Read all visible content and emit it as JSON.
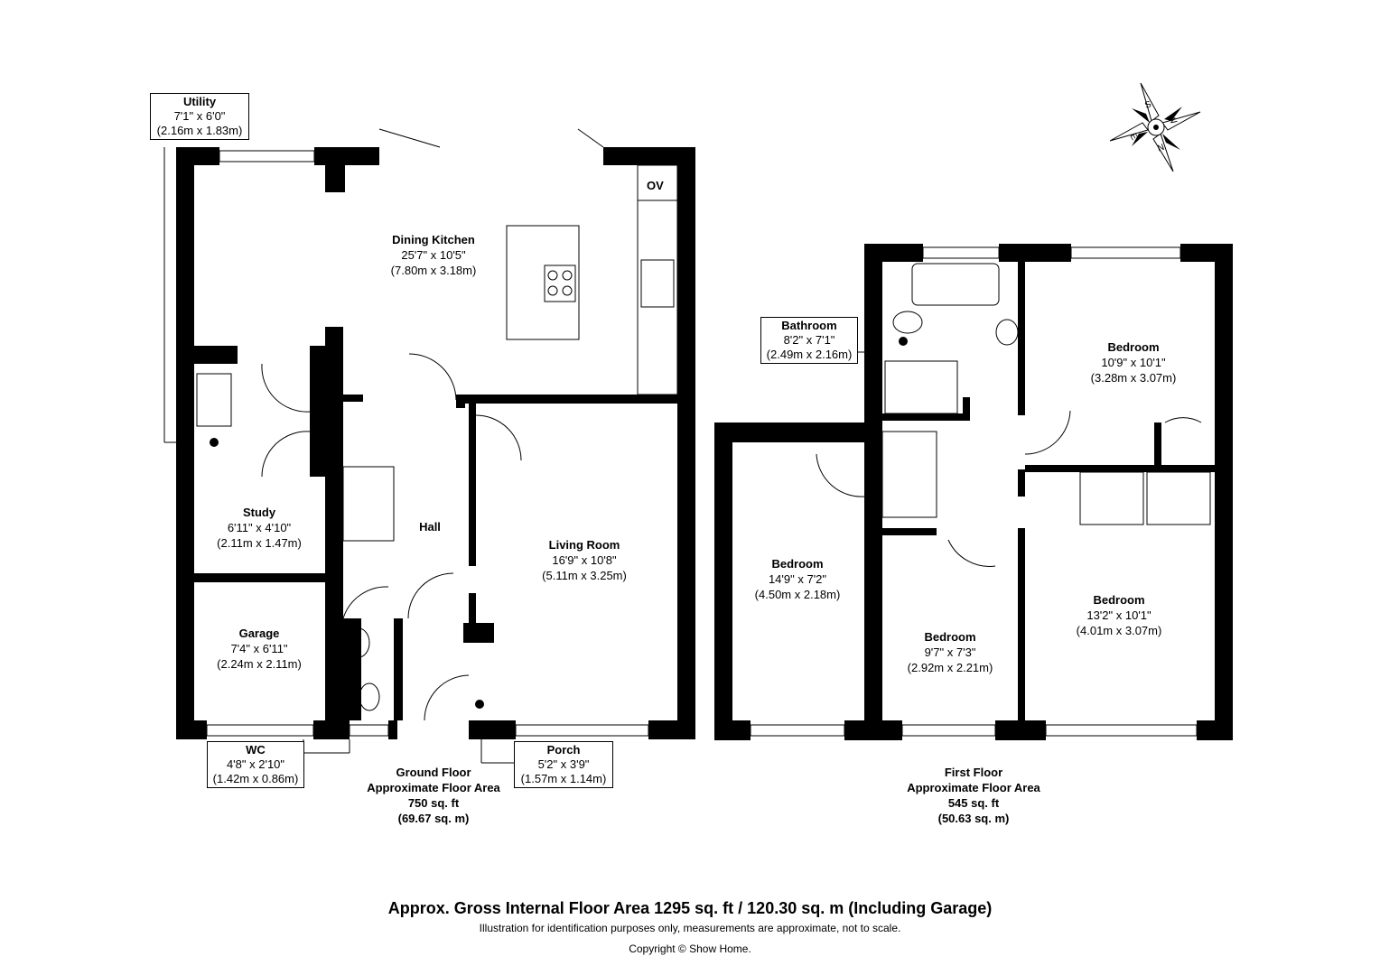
{
  "ground_floor": {
    "rooms": {
      "dining_kitchen": {
        "name": "Dining Kitchen",
        "imperial": "25'7\" x 10'5\"",
        "metric": "(7.80m x 3.18m)"
      },
      "study": {
        "name": "Study",
        "imperial": "6'11\" x 4'10\"",
        "metric": "(2.11m x 1.47m)"
      },
      "garage": {
        "name": "Garage",
        "imperial": "7'4\" x 6'11\"",
        "metric": "(2.24m x 2.11m)"
      },
      "hall": {
        "name": "Hall"
      },
      "living_room": {
        "name": "Living Room",
        "imperial": "16'9\" x 10'8\"",
        "metric": "(5.11m x 3.25m)"
      }
    },
    "callouts": {
      "utility": {
        "name": "Utility",
        "imperial": "7'1\" x 6'0\"",
        "metric": "(2.16m x 1.83m)"
      },
      "wc": {
        "name": "WC",
        "imperial": "4'8\" x 2'10\"",
        "metric": "(1.42m x 0.86m)"
      },
      "porch": {
        "name": "Porch",
        "imperial": "5'2\" x 3'9\"",
        "metric": "(1.57m x 1.14m)"
      }
    },
    "oven_label": "OV",
    "area": {
      "line1": "Ground Floor",
      "line2": "Approximate Floor Area",
      "line3": "750 sq. ft",
      "line4": "(69.67 sq. m)"
    }
  },
  "first_floor": {
    "rooms": {
      "bedroom_top_right": {
        "name": "Bedroom",
        "imperial": "10'9\" x 10'1\"",
        "metric": "(3.28m x 3.07m)"
      },
      "bedroom_left": {
        "name": "Bedroom",
        "imperial": "14'9\" x 7'2\"",
        "metric": "(4.50m x 2.18m)"
      },
      "bedroom_middle": {
        "name": "Bedroom",
        "imperial": "9'7\" x 7'3\"",
        "metric": "(2.92m x 2.21m)"
      },
      "bedroom_bottom_right": {
        "name": "Bedroom",
        "imperial": "13'2\" x 10'1\"",
        "metric": "(4.01m x 3.07m)"
      }
    },
    "callouts": {
      "bathroom": {
        "name": "Bathroom",
        "imperial": "8'2\" x 7'1\"",
        "metric": "(2.49m x 2.16m)"
      }
    },
    "area": {
      "line1": "First Floor",
      "line2": "Approximate Floor Area",
      "line3": "545 sq. ft",
      "line4": "(50.63 sq. m)"
    }
  },
  "compass": {
    "letters": {
      "s": "S",
      "w": "W",
      "e": "E",
      "n": "N"
    }
  },
  "footer": {
    "title": "Approx. Gross Internal Floor Area 1295 sq. ft / 120.30 sq. m (Including Garage)",
    "note": "Illustration for identification purposes only, measurements are approximate, not to scale.",
    "copyright": "Copyright © Show Home."
  }
}
